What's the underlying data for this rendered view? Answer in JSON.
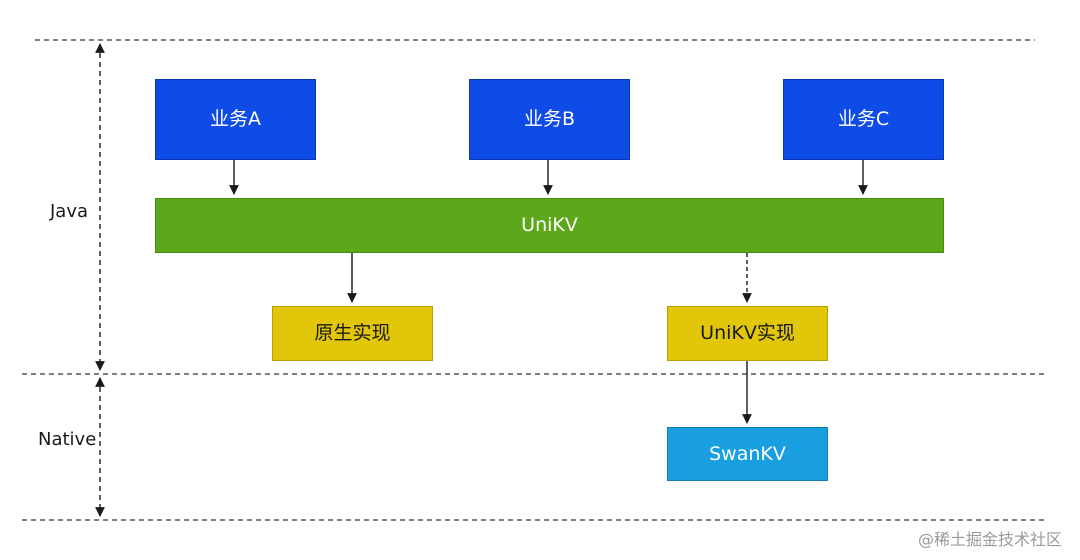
{
  "layers": {
    "java_label": "Java",
    "native_label": "Native"
  },
  "nodes": {
    "biz_a": "业务A",
    "biz_b": "业务B",
    "biz_c": "业务C",
    "unikv": "UniKV",
    "native_impl": "原生实现",
    "unikv_impl": "UniKV实现",
    "swankv": "SwanKV"
  },
  "colors": {
    "business": "#0f4be6",
    "unikv": "#5da71a",
    "implementation": "#e2c60a",
    "swankv": "#199fe0"
  },
  "watermark": "@稀土掘金技术社区"
}
